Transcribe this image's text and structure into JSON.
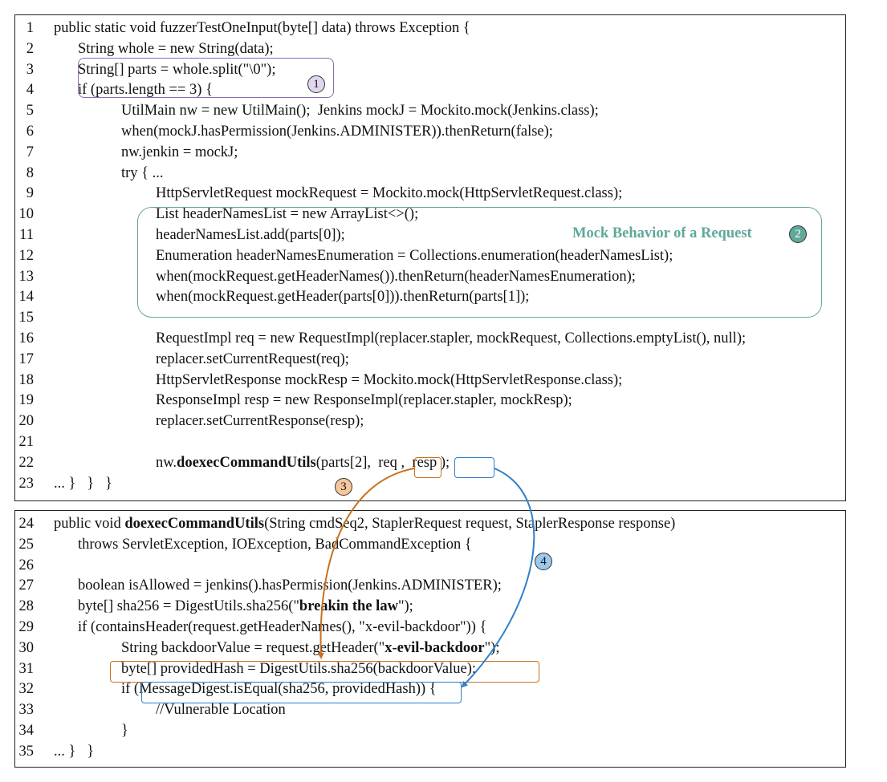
{
  "lines": [
    {
      "n": "1",
      "indent": 0,
      "html": "public static void fuzzerTestOneInput(byte[] data) throws Exception {"
    },
    {
      "n": "2",
      "indent": 1,
      "html": "String whole = new String(data);"
    },
    {
      "n": "3",
      "indent": 1,
      "html": "String[] parts = whole.split(\"\\0\");"
    },
    {
      "n": "4",
      "indent": 1,
      "html": "if (parts.length == 3) {"
    },
    {
      "n": "5",
      "indent": 2,
      "html": "UtilMain nw = new UtilMain();  Jenkins mockJ = Mockito.mock(Jenkins.class);"
    },
    {
      "n": "6",
      "indent": 2,
      "html": "when(mockJ.hasPermission(Jenkins.ADMINISTER)).thenReturn(false);"
    },
    {
      "n": "7",
      "indent": 2,
      "html": "nw.jenkin = mockJ;"
    },
    {
      "n": "8",
      "indent": 2,
      "html": "try { ..."
    },
    {
      "n": "9",
      "indent": 3,
      "html": "HttpServletRequest mockRequest = Mockito.mock(HttpServletRequest.class);"
    },
    {
      "n": "10",
      "indent": 3,
      "html": "List<String> headerNamesList = new ArrayList<>();"
    },
    {
      "n": "11",
      "indent": 3,
      "html": "headerNamesList.add(parts[0]);"
    },
    {
      "n": "12",
      "indent": 3,
      "html": "Enumeration<String> headerNamesEnumeration = Collections.enumeration(headerNamesList);"
    },
    {
      "n": "13",
      "indent": 3,
      "html": "when(mockRequest.getHeaderNames()).thenReturn(headerNamesEnumeration);"
    },
    {
      "n": "14",
      "indent": 3,
      "html": "when(mockRequest.getHeader(parts[0])).thenReturn(parts[1]);"
    },
    {
      "n": "15",
      "indent": 0,
      "html": ""
    },
    {
      "n": "16",
      "indent": 3,
      "html": "RequestImpl req = new RequestImpl(replacer.stapler, mockRequest, Collections.emptyList(), null);"
    },
    {
      "n": "17",
      "indent": 3,
      "html": "replacer.setCurrentRequest(req);"
    },
    {
      "n": "18",
      "indent": 3,
      "html": "HttpServletResponse mockResp = Mockito.mock(HttpServletResponse.class);"
    },
    {
      "n": "19",
      "indent": 3,
      "html": "ResponseImpl resp = new ResponseImpl(replacer.stapler, mockResp);"
    },
    {
      "n": "20",
      "indent": 3,
      "html": "replacer.setCurrentResponse(resp);"
    },
    {
      "n": "21",
      "indent": 0,
      "html": ""
    },
    {
      "n": "22",
      "indent": 3,
      "html": "nw.<b>doexecCommandUtils</b>(parts[2],  req ,  resp );"
    },
    {
      "n": "23",
      "indent": 0,
      "html": "... }   }   }"
    },
    {
      "n": "24",
      "indent": 0,
      "html": "public void <b>doexecCommandUtils</b>(String cmdSeq2, StaplerRequest request, StaplerResponse response)"
    },
    {
      "n": "25",
      "indent": 1,
      "html": "throws ServletException, IOException, BadCommandException {"
    },
    {
      "n": "26",
      "indent": 0,
      "html": ""
    },
    {
      "n": "27",
      "indent": 1,
      "html": "boolean isAllowed = jenkins().hasPermission(Jenkins.ADMINISTER);"
    },
    {
      "n": "28",
      "indent": 1,
      "html": "byte[] sha256 = DigestUtils.sha256(\"<b>breakin the law</b>\");"
    },
    {
      "n": "29",
      "indent": 1,
      "html": "if (containsHeader(request.getHeaderNames(), \"x-evil-backdoor\")) {"
    },
    {
      "n": "30",
      "indent": 2,
      "html": "String backdoorValue = request.getHeader(\"<b>x-evil-backdoor</b>\");"
    },
    {
      "n": "31",
      "indent": 2,
      "html": "byte[] providedHash = DigestUtils.sha256(backdoorValue);"
    },
    {
      "n": "32",
      "indent": 2,
      "html": "if (MessageDigest.isEqual(sha256, providedHash)) {"
    },
    {
      "n": "33",
      "indent": 3,
      "html": "//Vulnerable Location"
    },
    {
      "n": "34",
      "indent": 2,
      "html": "}"
    },
    {
      "n": "35",
      "indent": 0,
      "html": "... }   }"
    }
  ],
  "annotations": {
    "badge1": "1",
    "badge2": "2",
    "badge3": "3",
    "badge4": "4",
    "mock_label": "Mock Behavior of a Request"
  },
  "colors": {
    "purple": "#8a6bb0",
    "teal": "#5fa89a",
    "orange": "#c8701e",
    "blue": "#2f7fc8",
    "badge1_fill": "#e2d6ef",
    "badge2_fill": "#5fa89a",
    "badge3_fill": "#f6c79e",
    "badge4_fill": "#9cc8ee"
  }
}
